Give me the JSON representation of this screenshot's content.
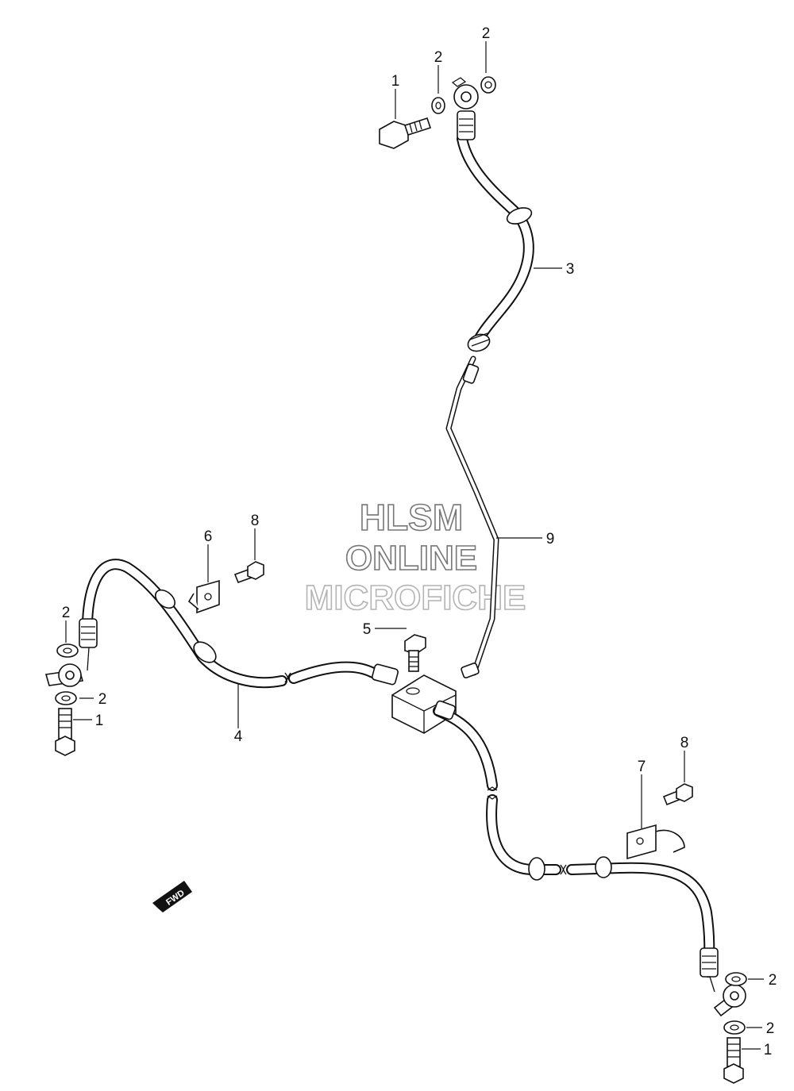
{
  "watermark": {
    "line1": "HLSM",
    "line2": "ONLINE",
    "line3": "MICROFICHE"
  },
  "direction_badge": "FWD",
  "callouts": {
    "c1_top": "1",
    "c2_top_a": "2",
    "c2_top_b": "2",
    "c3": "3",
    "c9": "9",
    "c8_left": "8",
    "c6": "6",
    "c2_left_a": "2",
    "c2_left_b": "2",
    "c1_left": "1",
    "c4": "4",
    "c5": "5",
    "c8_right": "8",
    "c7": "7",
    "c2_right_a": "2",
    "c2_right_b": "2",
    "c1_right": "1"
  }
}
